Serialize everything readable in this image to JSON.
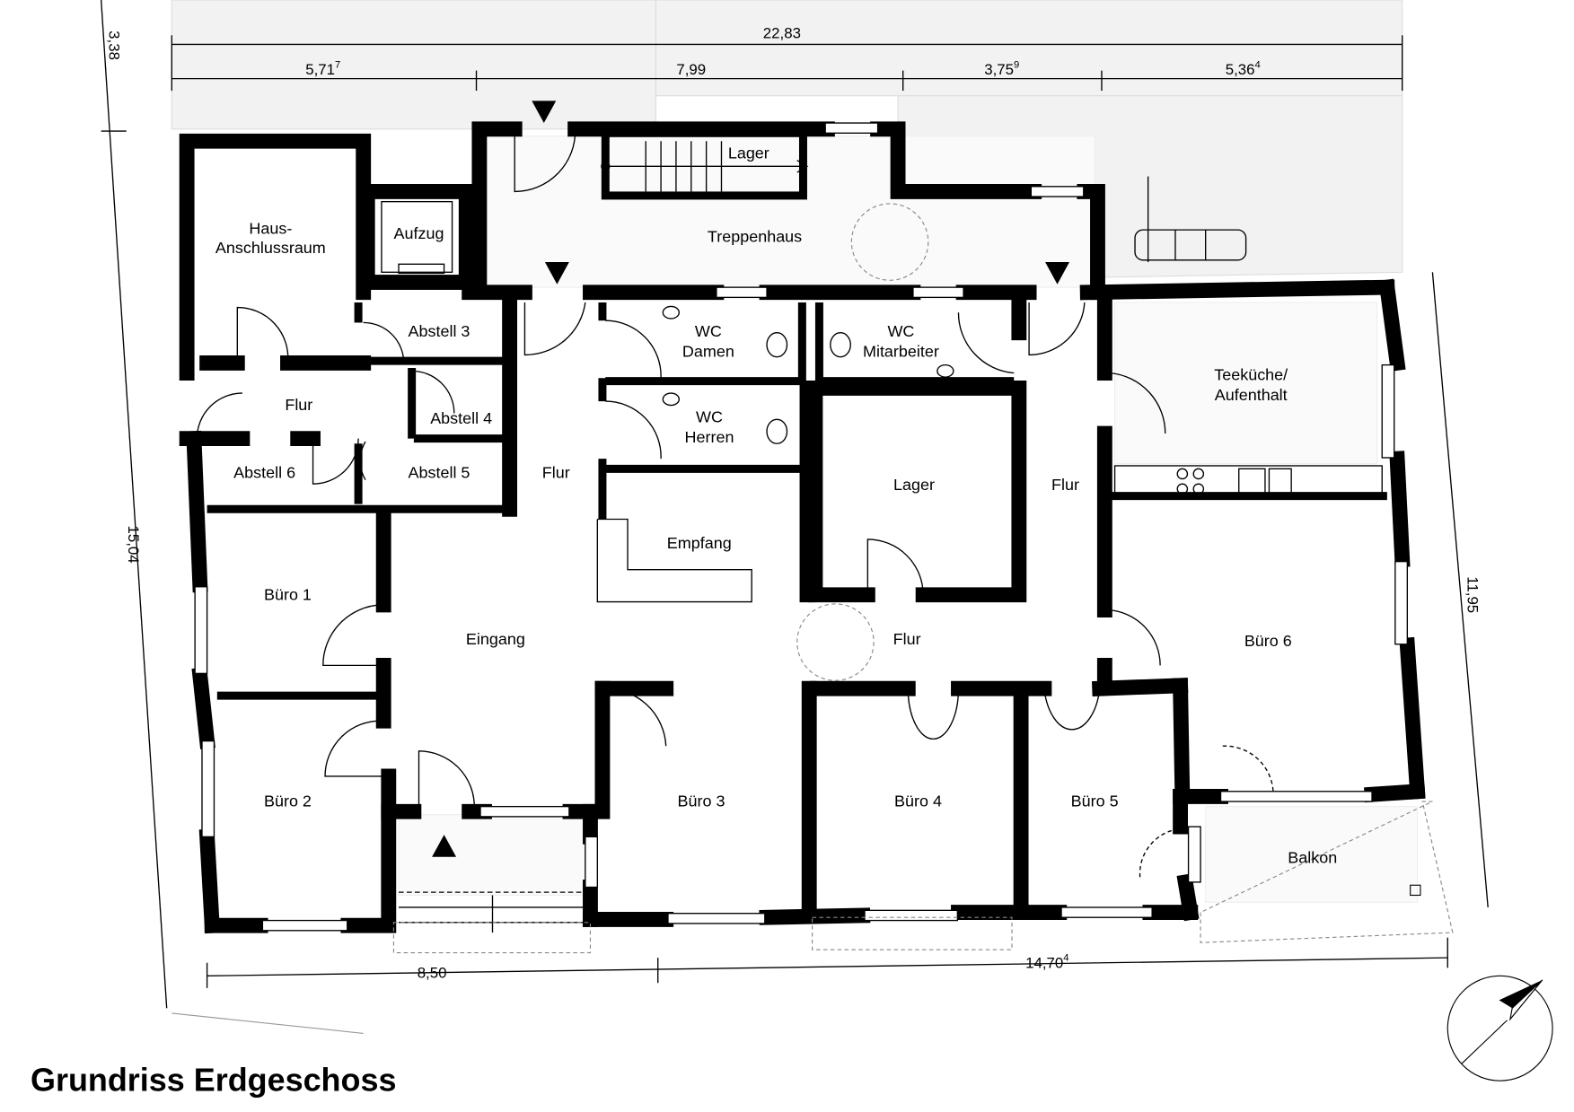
{
  "title": "Grundriss Erdgeschoss",
  "rooms": {
    "haus": [
      "Haus-",
      "Anschlussraum"
    ],
    "aufzug": "Aufzug",
    "lager_top": "Lager",
    "treppenhaus": "Treppenhaus",
    "abstell3": "Abstell 3",
    "abstell4": "Abstell 4",
    "abstell5": "Abstell 5",
    "abstell6": "Abstell 6",
    "flur_left": "Flur",
    "flur_center": "Flur",
    "flur_right": "Flur",
    "flur_mid": "Flur",
    "wc_damen": [
      "WC",
      "Damen"
    ],
    "wc_herren": [
      "WC",
      "Herren"
    ],
    "wc_mitarbeiter": [
      "WC",
      "Mitarbeiter"
    ],
    "teekueche": [
      "Teeküche/",
      "Aufenthalt"
    ],
    "lager_mid": "Lager",
    "empfang": "Empfang",
    "eingang": "Eingang",
    "buero1": "Büro 1",
    "buero2": "Büro 2",
    "buero3": "Büro 3",
    "buero4": "Büro 4",
    "buero5": "Büro 5",
    "buero6": "Büro 6",
    "balkon": "Balkon"
  },
  "dimensions": {
    "total_top": "22,83",
    "seg1": {
      "value": "5,71",
      "sup": "7"
    },
    "seg2": {
      "value": "7,99",
      "sup": ""
    },
    "seg3": {
      "value": "3,75",
      "sup": "9"
    },
    "seg4": {
      "value": "5,36",
      "sup": "4"
    },
    "left_top": "3,38",
    "left_main": "15,04",
    "right": "11,95",
    "bottom_left": "8,50",
    "bottom_right": {
      "value": "14,70",
      "sup": "4"
    }
  },
  "icons": [
    "north-arrow-icon",
    "entrance-arrow-icon",
    "bike-rack-icon",
    "stove-icon",
    "sink-icon",
    "toilet-icon"
  ]
}
